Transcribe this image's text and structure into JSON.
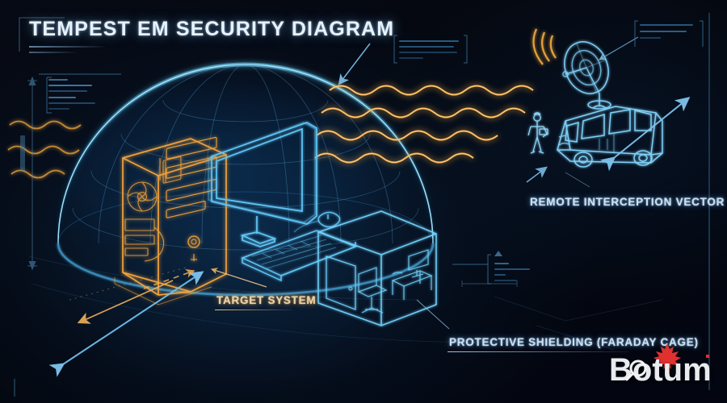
{
  "diagram": {
    "title": "TEMPEST EM SECURITY DIAGRAM",
    "background_color": "#05080f",
    "accent_blue": "#4fb8f0",
    "accent_amber": "#f0a23c",
    "labels": {
      "target_system": "TARGET SYSTEM",
      "remote_interception_vector": "REMOTE INTERCEPTION VECTOR",
      "protective_shielding": "PROTECTIVE SHIELDING (FARADAY CAGE)"
    },
    "annotations": {
      "callout_top_right": "REMOTE INTERCEPTION VECTOR",
      "callout_top_center_lines": [
        "",
        "",
        "",
        ""
      ],
      "spec_block_lines": [
        "",
        "",
        "",
        "",
        "",
        ""
      ],
      "side_axis_text": ""
    },
    "elements": {
      "dome": "protective-dome",
      "tower": "computer-tower",
      "monitor": "monitor",
      "keyboard": "keyboard",
      "mouse": "mouse",
      "shield_room": "faraday-cage-room",
      "van": "surveillance-van",
      "dish": "satellite-dish",
      "operator": "operator-figure",
      "em_waves": "em-emission-waves"
    }
  },
  "watermark": {
    "brand": "Botum",
    "leaf_color": "#e03030",
    "text_color": "#e9ecef"
  }
}
